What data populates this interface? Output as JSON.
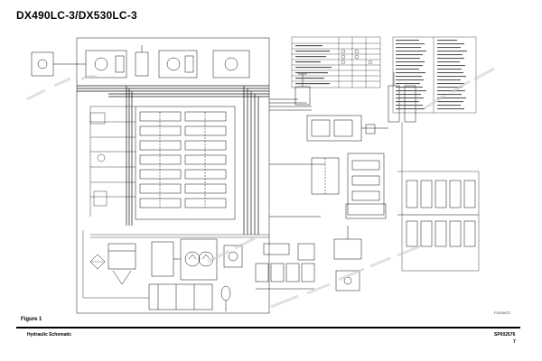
{
  "header": {
    "title": "DX490LC-3/DX530LC-3"
  },
  "figure": {
    "label": "Figure 1",
    "drawing_id": "FG005072"
  },
  "footer": {
    "section": "Hydraulic Schematic",
    "doc_id": "SP002576",
    "page": "7"
  },
  "colors": {
    "line": "#111111",
    "background": "#ffffff",
    "watermark": "#c8c8c8"
  }
}
